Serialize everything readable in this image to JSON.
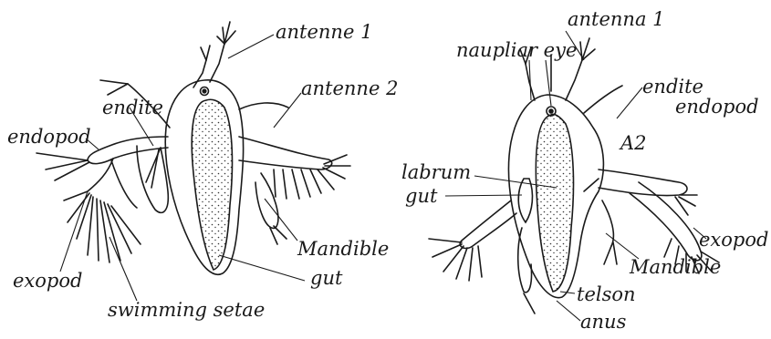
{
  "figure": {
    "left_larva": {
      "labels": {
        "antenna1": "antenne 1",
        "antenna2": "antenne 2",
        "endite": "endite",
        "endopod": "endopod",
        "exopod": "exopod",
        "swimming_setae": "swimming setae",
        "mandible": "Mandible",
        "gut": "gut"
      }
    },
    "right_larva": {
      "labels": {
        "antenna1": "antenna 1",
        "naupliar_eye": "naupliar eye",
        "endite": "endite",
        "endopod": "endopod",
        "a2": "A2",
        "labrum": "labrum",
        "gut": "gut",
        "exopod": "exopod",
        "mandible": "Mandible",
        "telson": "telson",
        "anus": "anus"
      }
    }
  }
}
